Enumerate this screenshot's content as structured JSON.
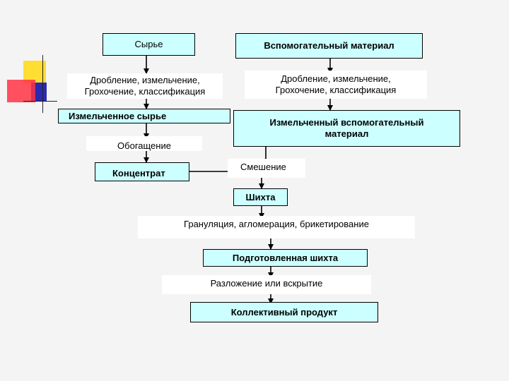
{
  "diagram": {
    "colors": {
      "box_fill": "#ccffff",
      "process_fill": "#ffffff",
      "background": "#f4f4f4",
      "deco_yellow": "#ffdd33",
      "deco_red": "#ff3344",
      "deco_blue": "#2222aa"
    },
    "nodes": {
      "raw": "Сырье",
      "aux": "Вспомогательный материал",
      "crush_left_1": "Дробление, измельчение,",
      "crush_left_2": "Грохочение, классификация",
      "crush_right_1": "Дробление, измельчение,",
      "crush_right_2": "Грохочение, классификация",
      "milled_raw": "Измельченное сырье",
      "milled_aux_1": "Измельченный вспомогательный",
      "milled_aux_2": "материал",
      "enrich": "Обогащение",
      "concentrate": "Концентрат",
      "mixing": "Смешение",
      "charge": "Шихта",
      "agglom": "Грануляция, агломерация, брикетирование",
      "prepared_charge": "Подготовленная шихта",
      "decomp": "Разложение или вскрытие",
      "product": "Коллективный продукт"
    }
  }
}
